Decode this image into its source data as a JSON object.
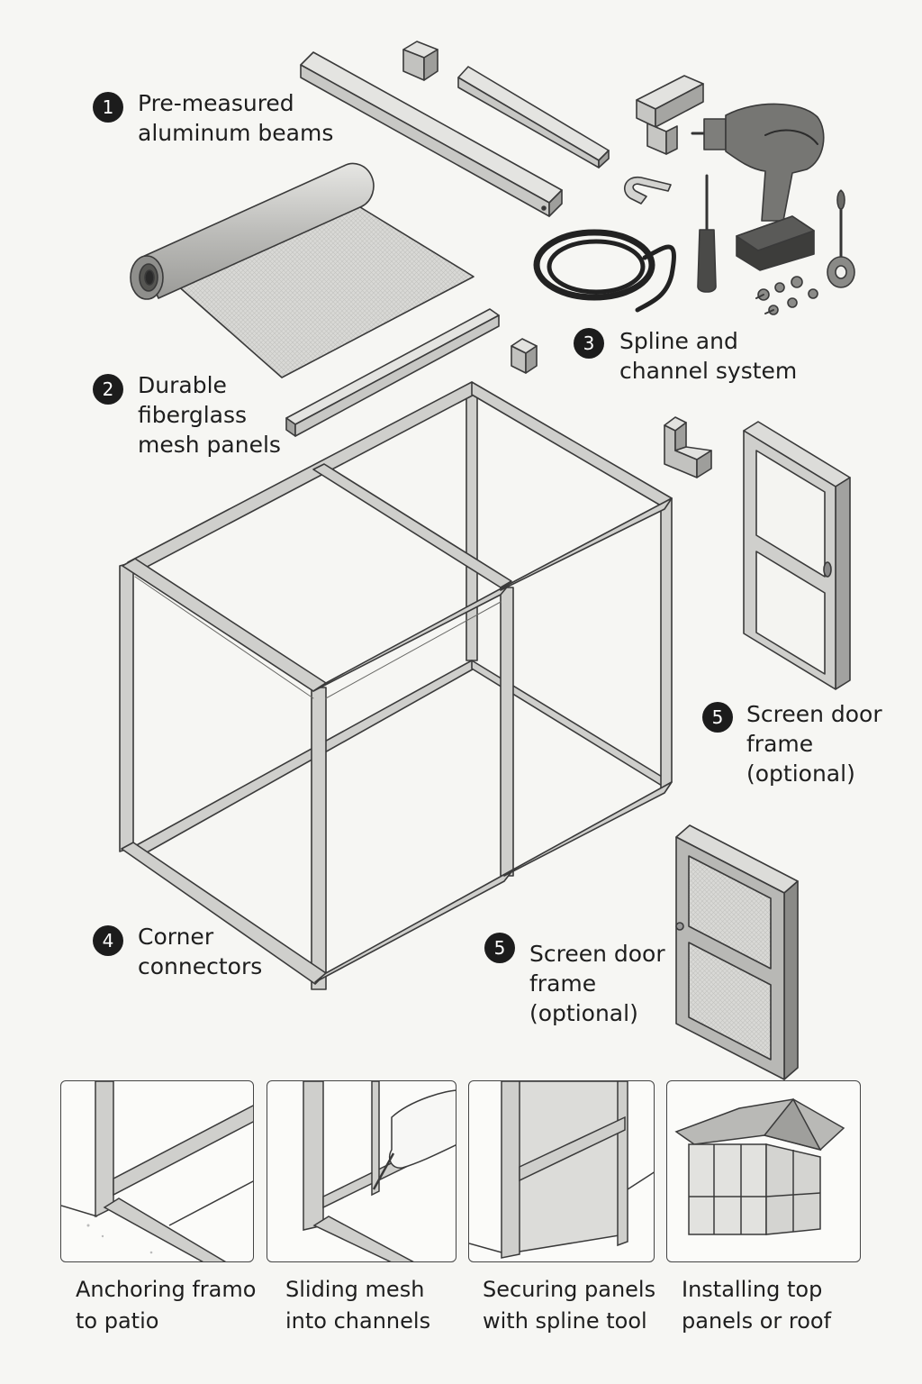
{
  "components": [
    {
      "number": "1",
      "lines": [
        "Pre-measured",
        "aluminum beams"
      ]
    },
    {
      "number": "2",
      "lines": [
        "Durable",
        "fiberglass",
        "mesh panels"
      ]
    },
    {
      "number": "3",
      "lines": [
        "Spline and",
        "channel system"
      ]
    },
    {
      "number": "4",
      "lines": [
        "Corner",
        "connectors"
      ]
    },
    {
      "number": "5",
      "lines": [
        "Screen door",
        "frame",
        "(optional)"
      ]
    },
    {
      "number": "5",
      "lines": [
        "Screen door",
        "frame",
        "(optional)"
      ]
    }
  ],
  "steps": [
    {
      "lines": [
        "Anchoring framo",
        "to patio"
      ],
      "icon": "anchoring-frame-scene"
    },
    {
      "lines": [
        "Sliding mesh",
        "into channels"
      ],
      "icon": "sliding-mesh-scene"
    },
    {
      "lines": [
        "Securing panels",
        "with spline tool"
      ],
      "icon": "securing-panels-scene"
    },
    {
      "lines": [
        "Installing top",
        "panels or roof"
      ],
      "icon": "installing-roof-scene"
    }
  ],
  "colors": {
    "background": "#f6f6f3",
    "frame_fill": "#cfcfcc",
    "outline": "#3a3a3a",
    "badge": "#1c1c1c"
  },
  "icons": [
    "aluminum-beam",
    "connector-block",
    "mesh-roll",
    "spline-cord",
    "screwdriver",
    "cordless-drill",
    "spline-roller-tool",
    "screw-set",
    "hook-clip",
    "cube-frame",
    "screen-door"
  ]
}
